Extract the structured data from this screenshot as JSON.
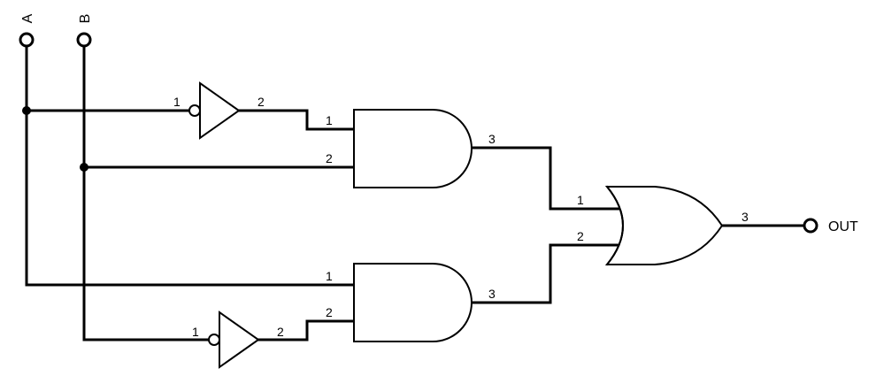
{
  "terminals": {
    "input_a": "A",
    "input_b": "B",
    "output": "OUT"
  },
  "not_top": {
    "pin_in": "1",
    "pin_out": "2"
  },
  "not_bottom": {
    "pin_in": "1",
    "pin_out": "2"
  },
  "and_top": {
    "pin_in1": "1",
    "pin_in2": "2",
    "pin_out": "3"
  },
  "and_bottom": {
    "pin_in1": "1",
    "pin_in2": "2",
    "pin_out": "3"
  },
  "or_gate": {
    "pin_in1": "1",
    "pin_in2": "2",
    "pin_out": "3"
  }
}
